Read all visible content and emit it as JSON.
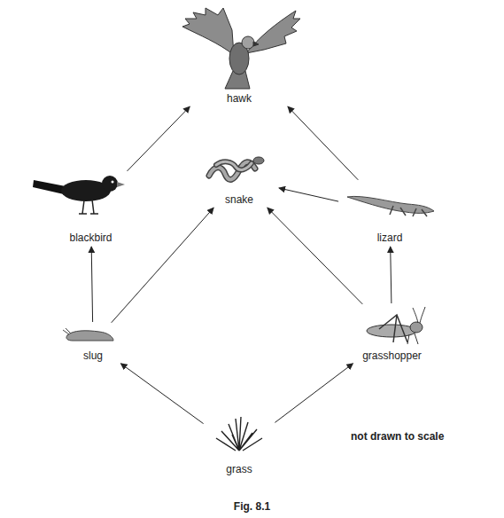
{
  "diagram": {
    "caption": "Fig. 8.1",
    "nodes": [
      {
        "text": [
          "hawk"
        ]
      },
      {
        "text": [
          "blackbird"
        ]
      },
      {
        "text": [
          "snake"
        ]
      },
      {
        "text": [
          "lizard"
        ]
      },
      {
        "text": [
          "slug"
        ]
      },
      {
        "text": [
          "grasshopper"
        ]
      },
      {
        "text": [
          "grass"
        ]
      }
    ],
    "edges": [
      {
        "from": 6,
        "to": 4,
        "arrow": "to"
      },
      {
        "from": 6,
        "to": 5,
        "arrow": "to"
      },
      {
        "from": 4,
        "to": 1,
        "arrow": "to"
      },
      {
        "from": 4,
        "to": 2,
        "arrow": "to"
      },
      {
        "from": 5,
        "to": 2,
        "arrow": "to"
      },
      {
        "from": 5,
        "to": 3,
        "arrow": "to"
      },
      {
        "from": 3,
        "to": 2,
        "arrow": "to"
      },
      {
        "from": 1,
        "to": 0,
        "arrow": "to"
      },
      {
        "from": 3,
        "to": 0,
        "arrow": "to"
      }
    ],
    "labels": [
      "not drawn to scale"
    ]
  }
}
